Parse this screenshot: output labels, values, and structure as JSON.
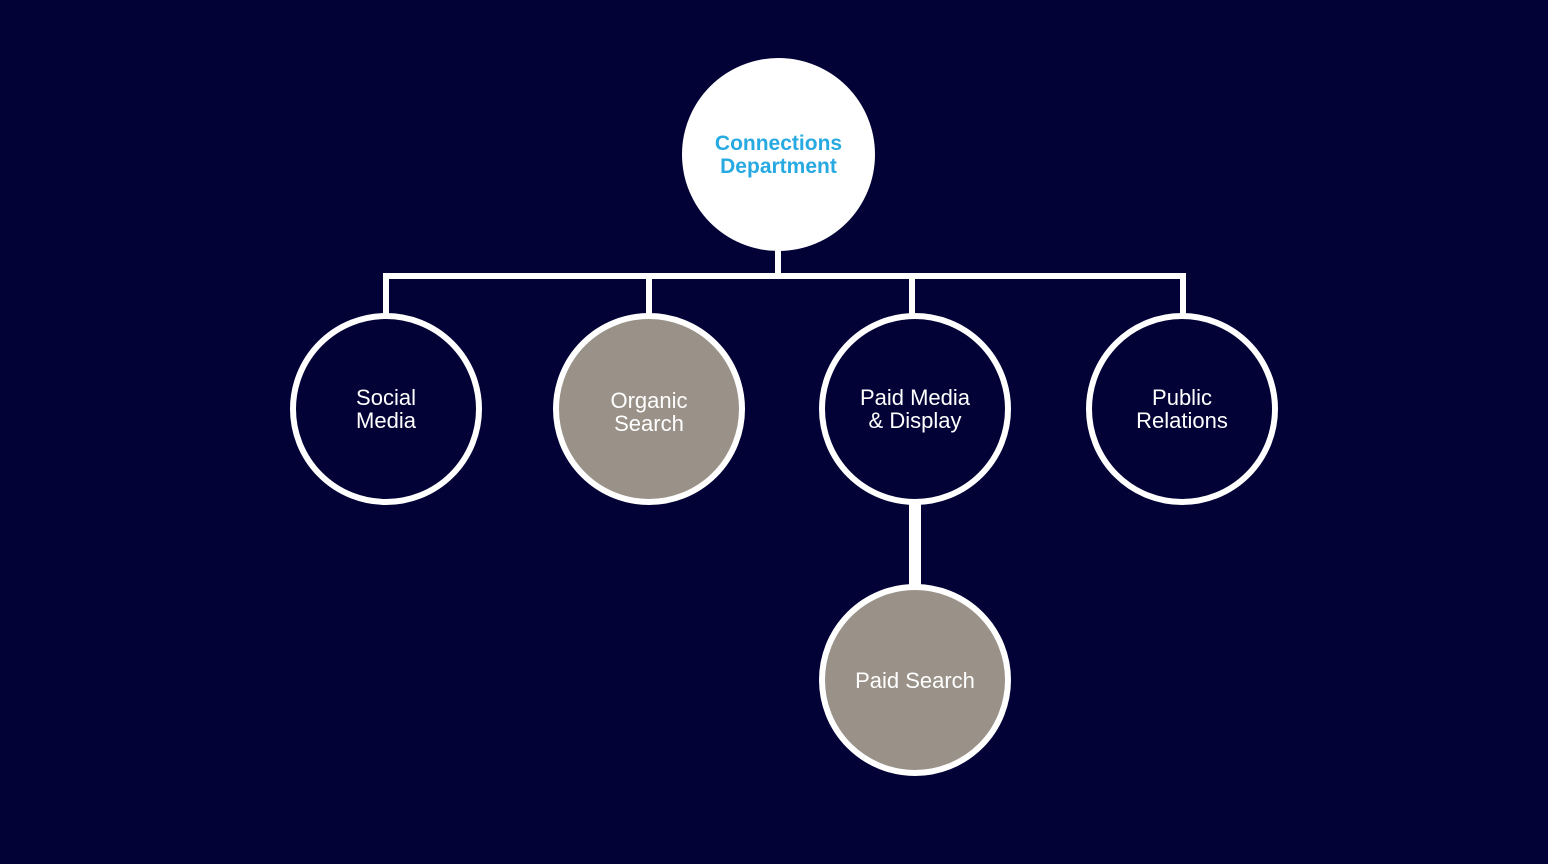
{
  "diagram": {
    "root": {
      "label": "Connections\nDepartment"
    },
    "children": [
      {
        "id": "social-media",
        "label": "Social\nMedia",
        "style": "outline"
      },
      {
        "id": "organic-search",
        "label": "Organic\nSearch",
        "style": "filled"
      },
      {
        "id": "paid-media-display",
        "label": "Paid Media\n& Display",
        "style": "outline"
      },
      {
        "id": "public-relations",
        "label": "Public\nRelations",
        "style": "outline"
      }
    ],
    "grandchildren": [
      {
        "id": "paid-search",
        "parent": "paid-media-display",
        "label": "Paid Search",
        "style": "filled"
      }
    ]
  },
  "colors": {
    "background": "#020237",
    "line": "#ffffff",
    "root_fill": "#ffffff",
    "root_text": "#27a9e1",
    "filled_node": "#9a9188",
    "node_text": "#ffffff"
  }
}
